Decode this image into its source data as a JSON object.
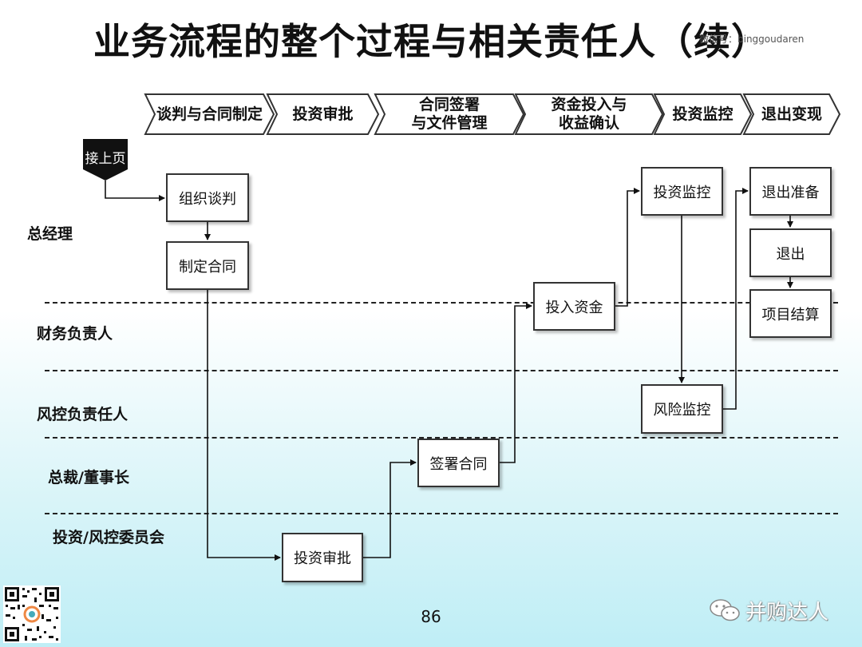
{
  "title": "业务流程的整个过程与相关责任人（续）",
  "watermark_top": "微信号：binggoudaren",
  "stages": [
    {
      "id": "s1",
      "label": "谈判与合同制定"
    },
    {
      "id": "s2",
      "label": "投资审批"
    },
    {
      "id": "s3",
      "label": "合同签署\n与文件管理"
    },
    {
      "id": "s4",
      "label": "资金投入与\n收益确认"
    },
    {
      "id": "s5",
      "label": "投资监控"
    },
    {
      "id": "s6",
      "label": "退出变现"
    }
  ],
  "roles": [
    {
      "id": "r1",
      "label": "总经理"
    },
    {
      "id": "r2",
      "label": "财务负责人"
    },
    {
      "id": "r3",
      "label": "风控负责任人"
    },
    {
      "id": "r4",
      "label": "总裁/董事长"
    },
    {
      "id": "r5",
      "label": "投资/风控委员会"
    }
  ],
  "start_tag": "接上页",
  "boxes": {
    "organize": "组织谈判",
    "draft": "制定合同",
    "approve": "投资审批",
    "sign": "签署合同",
    "invest": "投入资金",
    "monitor": "投资监控",
    "risk": "风险监控",
    "exit_prep": "退出准备",
    "exit": "退出",
    "settle": "项目结算"
  },
  "page_number": "86",
  "brand": "并购达人",
  "colors": {
    "box_border": "#333333",
    "arrow_fill": "#ffffff",
    "start_tag": "#111111",
    "background_bottom": "#bfeef6"
  }
}
